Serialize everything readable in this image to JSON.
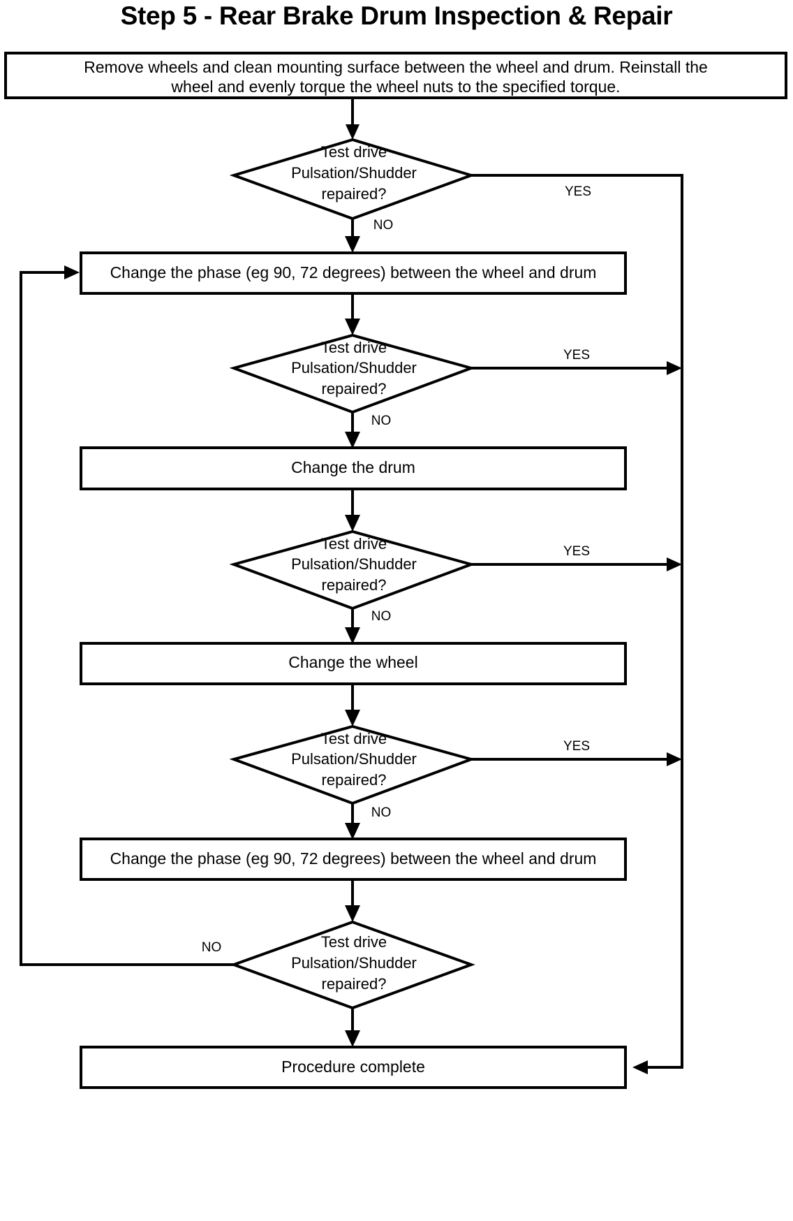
{
  "page": {
    "title": "Step 5 - Rear Brake Drum Inspection & Repair",
    "background_color": "#ffffff",
    "line_color": "#000000",
    "text_color": "#000000"
  },
  "chart_data": {
    "type": "diagram",
    "diagram_kind": "flowchart",
    "title": "Step 5 - Rear Brake Drum Inspection & Repair",
    "nodes": [
      {
        "id": "n1",
        "shape": "process",
        "line1": "Remove wheels and clean mounting surface between the wheel and drum.  Reinstall the",
        "line2": "wheel and evenly torque the wheel nuts to the specified torque."
      },
      {
        "id": "d1",
        "shape": "decision",
        "line1": "Test drive",
        "line2": "Pulsation/Shudder",
        "line3": "repaired?"
      },
      {
        "id": "n2",
        "shape": "process",
        "line1": "Change the phase (eg 90, 72 degrees) between the wheel and drum"
      },
      {
        "id": "d2",
        "shape": "decision",
        "line1": "Test drive",
        "line2": "Pulsation/Shudder",
        "line3": "repaired?"
      },
      {
        "id": "n3",
        "shape": "process",
        "line1": "Change the drum"
      },
      {
        "id": "d3",
        "shape": "decision",
        "line1": "Test drive",
        "line2": "Pulsation/Shudder",
        "line3": "repaired?"
      },
      {
        "id": "n4",
        "shape": "process",
        "line1": "Change the wheel"
      },
      {
        "id": "d4",
        "shape": "decision",
        "line1": "Test drive",
        "line2": "Pulsation/Shudder",
        "line3": "repaired?"
      },
      {
        "id": "n5",
        "shape": "process",
        "line1": "Change the phase (eg 90, 72 degrees) between the wheel and drum"
      },
      {
        "id": "d5",
        "shape": "decision",
        "line1": "Test drive",
        "line2": "Pulsation/Shudder",
        "line3": "repaired?"
      },
      {
        "id": "n6",
        "shape": "process",
        "line1": "Procedure complete"
      }
    ],
    "edges": [
      {
        "id": "e1",
        "from": "n1",
        "to": "d1",
        "label": ""
      },
      {
        "id": "e2",
        "from": "d1",
        "to": "n6",
        "label": "YES"
      },
      {
        "id": "e3",
        "from": "d1",
        "to": "n2",
        "label": "NO"
      },
      {
        "id": "e4",
        "from": "n2",
        "to": "d2",
        "label": ""
      },
      {
        "id": "e5",
        "from": "d2",
        "to": "n6",
        "label": "YES"
      },
      {
        "id": "e6",
        "from": "d2",
        "to": "n3",
        "label": "NO"
      },
      {
        "id": "e7",
        "from": "n3",
        "to": "d3",
        "label": ""
      },
      {
        "id": "e8",
        "from": "d3",
        "to": "n6",
        "label": "YES"
      },
      {
        "id": "e9",
        "from": "d3",
        "to": "n4",
        "label": "NO"
      },
      {
        "id": "e10",
        "from": "n4",
        "to": "d4",
        "label": ""
      },
      {
        "id": "e11",
        "from": "d4",
        "to": "n6",
        "label": "YES"
      },
      {
        "id": "e12",
        "from": "d4",
        "to": "n5",
        "label": "NO"
      },
      {
        "id": "e13",
        "from": "n5",
        "to": "d5",
        "label": ""
      },
      {
        "id": "e14",
        "from": "d5",
        "to": "n2",
        "label": "NO"
      },
      {
        "id": "e15",
        "from": "d5",
        "to": "n6",
        "label": ""
      }
    ],
    "edge_labels": {
      "yes": "YES",
      "no": "NO"
    }
  }
}
